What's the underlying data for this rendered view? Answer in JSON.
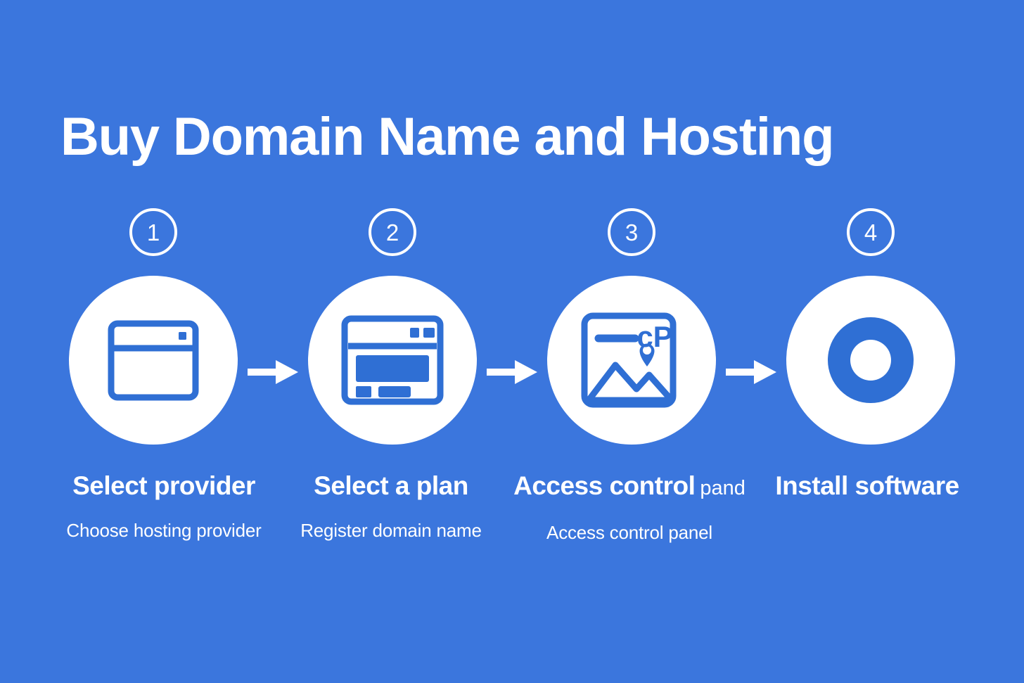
{
  "page": {
    "title": "Buy Domain Name and Hosting",
    "background_color": "#3b76dd",
    "foreground_color": "#ffffff",
    "icon_color": "#2f6fd4"
  },
  "steps": [
    {
      "number": "1",
      "icon": "browser-window-icon",
      "title": "Select provider",
      "title_overflow": "",
      "subtitle": "Choose hosting provider"
    },
    {
      "number": "2",
      "icon": "webpage-layout-icon",
      "title": "Select a plan",
      "title_overflow": "",
      "subtitle": "Register domain name"
    },
    {
      "number": "3",
      "icon": "control-panel-image-icon",
      "icon_text": "cP",
      "title": "Access control",
      "title_overflow": "pand",
      "subtitle": "Access control panel"
    },
    {
      "number": "4",
      "icon": "disc-icon",
      "title": "Install software",
      "title_overflow": "",
      "subtitle": ""
    }
  ],
  "connectors": [
    {
      "name": "arrow-1-to-2",
      "glyph": "arrow-right-icon"
    },
    {
      "name": "arrow-2-to-3",
      "glyph": "arrow-right-icon"
    },
    {
      "name": "arrow-3-to-4",
      "glyph": "arrow-right-icon"
    }
  ]
}
